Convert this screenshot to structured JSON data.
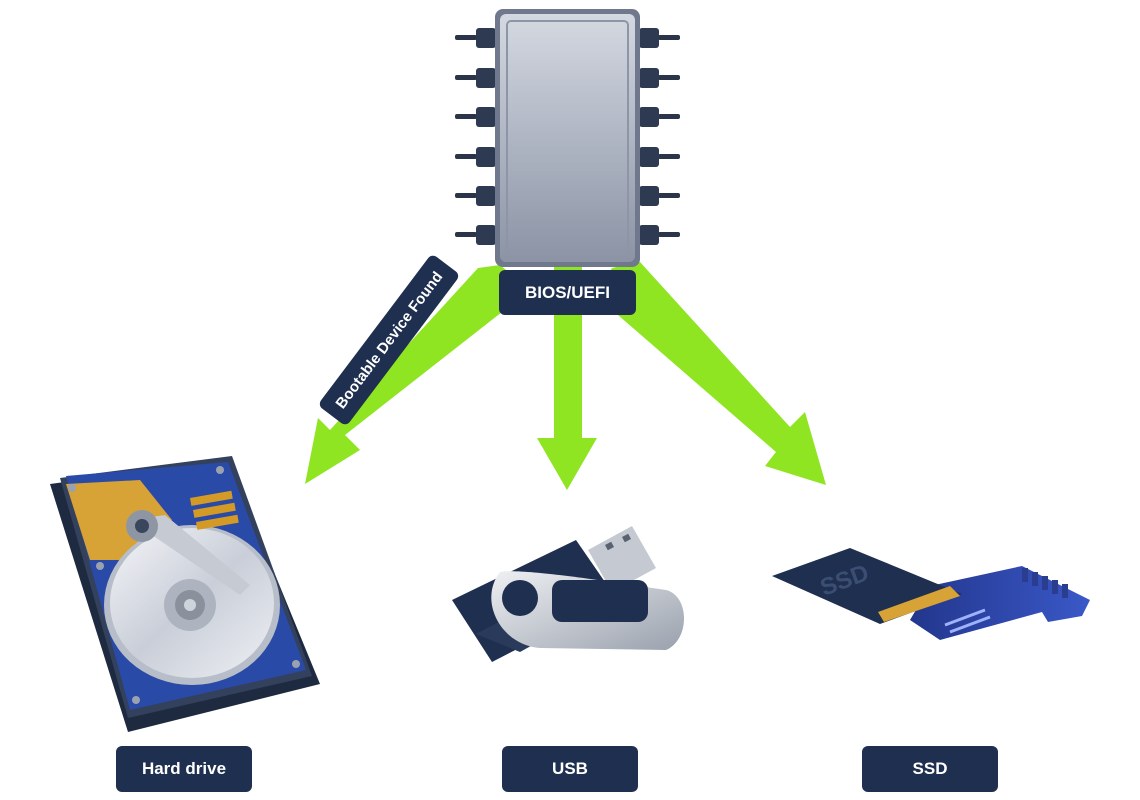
{
  "labels": {
    "bios": "BIOS/UEFI",
    "bootable": "Bootable Device Found",
    "hard_drive": "Hard drive",
    "usb": "USB",
    "ssd": "SSD"
  },
  "devices": {
    "ssd_card_text": "SSD"
  },
  "colors": {
    "arrow": "#8fe521",
    "label_bg": "#1f2f4f",
    "chip_body": "#a9b1c0",
    "navy": "#23324f",
    "ssd_blue": "#2d46a8",
    "gold": "#d7a236"
  }
}
